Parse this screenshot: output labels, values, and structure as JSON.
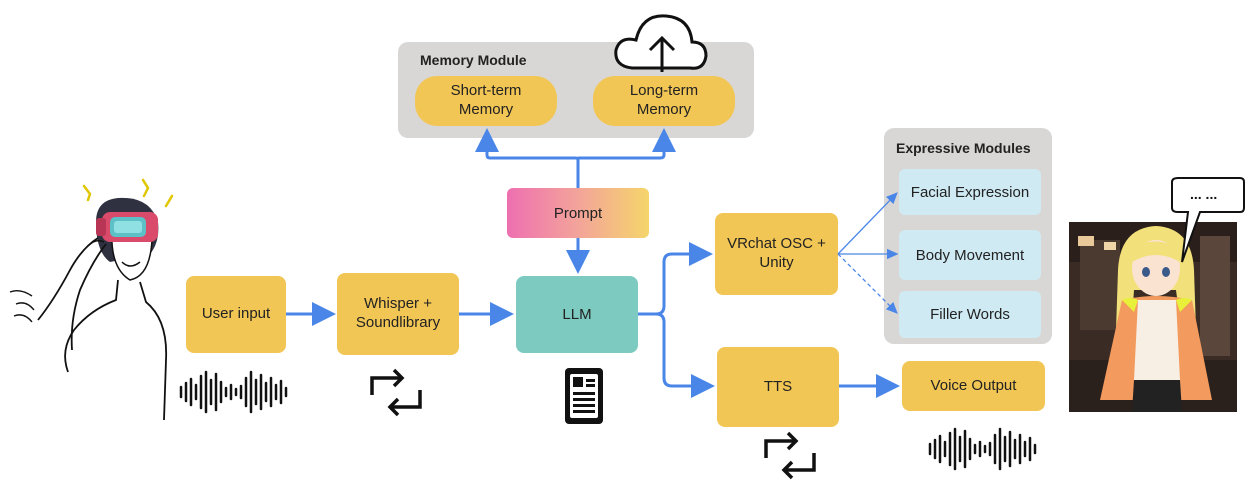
{
  "memory": {
    "title": "Memory Module",
    "short_term": "Short-term\nMemory",
    "long_term": "Long-term\nMemory"
  },
  "expressive": {
    "title": "Expressive Modules",
    "items": [
      "Facial Expression",
      "Body Movement",
      "Filler Words"
    ]
  },
  "nodes": {
    "prompt": "Prompt",
    "user_input": "User input",
    "whisper": "Whisper +\nSoundlibrary",
    "llm": "LLM",
    "vrchat": "VRchat OSC +\nUnity",
    "tts": "TTS",
    "voice_output": "Voice Output"
  },
  "speech_bubble": "... ...",
  "icons": [
    "cloud-upload-icon",
    "loop-arrows-icon",
    "document-icon",
    "waveform-icon",
    "vr-headset-user-illustration",
    "anime-avatar-illustration"
  ],
  "colors": {
    "node": "#f2c655",
    "llm": "#7ccac0",
    "expressive_item": "#cfeaf3",
    "panel": "#d9d7d5",
    "arrow": "#4a86e8"
  }
}
